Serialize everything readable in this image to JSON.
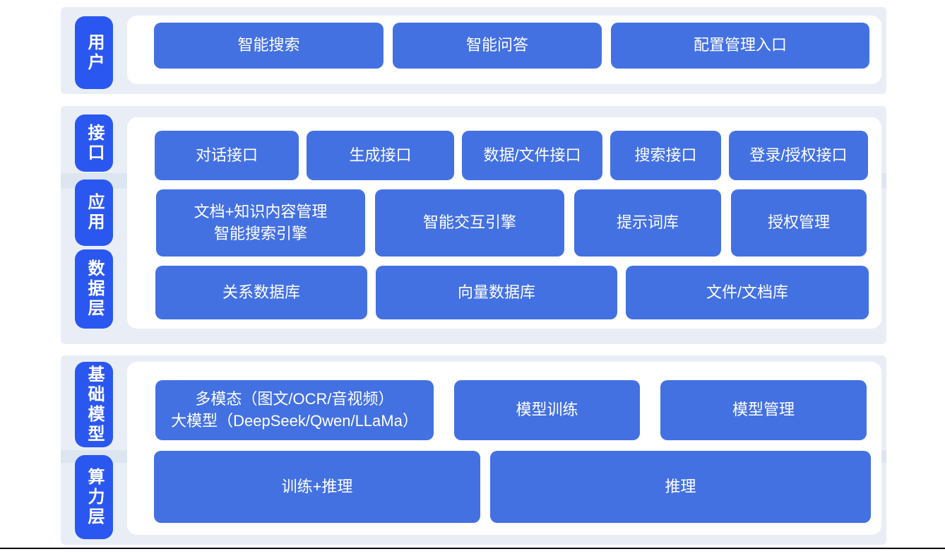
{
  "colors": {
    "tab_blue": "#2b57f1",
    "box_blue": "#4471e2",
    "band_background": "#e9eef6",
    "band_divider": "#dde6f0",
    "panel_background": "#ffffff",
    "text": "#ffffff",
    "bottom_rule": "#0d0d0d"
  },
  "sections": [
    {
      "tabs": [
        {
          "label": "用户"
        }
      ],
      "rows": [
        {
          "boxes": [
            {
              "label": "智能搜索"
            },
            {
              "label": "智能问答"
            },
            {
              "label": "配置管理入口"
            }
          ]
        }
      ]
    },
    {
      "tabs": [
        {
          "label": "接口"
        },
        {
          "label": "应用"
        },
        {
          "label": "数据层"
        }
      ],
      "rows": [
        {
          "boxes": [
            {
              "label": "对话接口"
            },
            {
              "label": "生成接口"
            },
            {
              "label": "数据/文件接口"
            },
            {
              "label": "搜索接口"
            },
            {
              "label": "登录/授权接口"
            }
          ]
        },
        {
          "boxes": [
            {
              "label": "文档+知识内容管理\n智能搜索引擎"
            },
            {
              "label": "智能交互引擎"
            },
            {
              "label": "提示词库"
            },
            {
              "label": "授权管理"
            }
          ]
        },
        {
          "boxes": [
            {
              "label": "关系数据库"
            },
            {
              "label": "向量数据库"
            },
            {
              "label": "文件/文档库"
            }
          ]
        }
      ]
    },
    {
      "tabs": [
        {
          "label": "基础模型"
        },
        {
          "label": "算力层"
        }
      ],
      "rows": [
        {
          "boxes": [
            {
              "label": "多模态（图文/OCR/音视频）\n大模型（DeepSeek/Qwen/LLaMa）"
            },
            {
              "label": "模型训练"
            },
            {
              "label": "模型管理"
            }
          ]
        },
        {
          "boxes": [
            {
              "label": "训练+推理"
            },
            {
              "label": "推理"
            }
          ]
        }
      ]
    }
  ]
}
